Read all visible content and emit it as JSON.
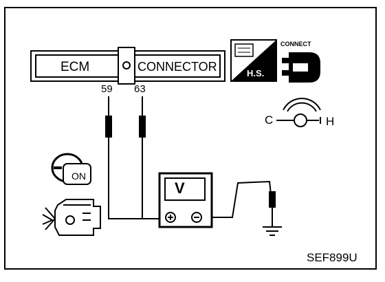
{
  "ecm": {
    "label": "ECM",
    "connector_label": "CONNECTOR"
  },
  "pins": {
    "a": "59",
    "b": "63"
  },
  "icons": {
    "hs": "H.S.",
    "connect": "CONNECT"
  },
  "gauge": {
    "cold": "C",
    "hot": "H"
  },
  "ignition": {
    "position": "ON"
  },
  "voltmeter": {
    "symbol": "V"
  },
  "figure_code": "SEF899U"
}
